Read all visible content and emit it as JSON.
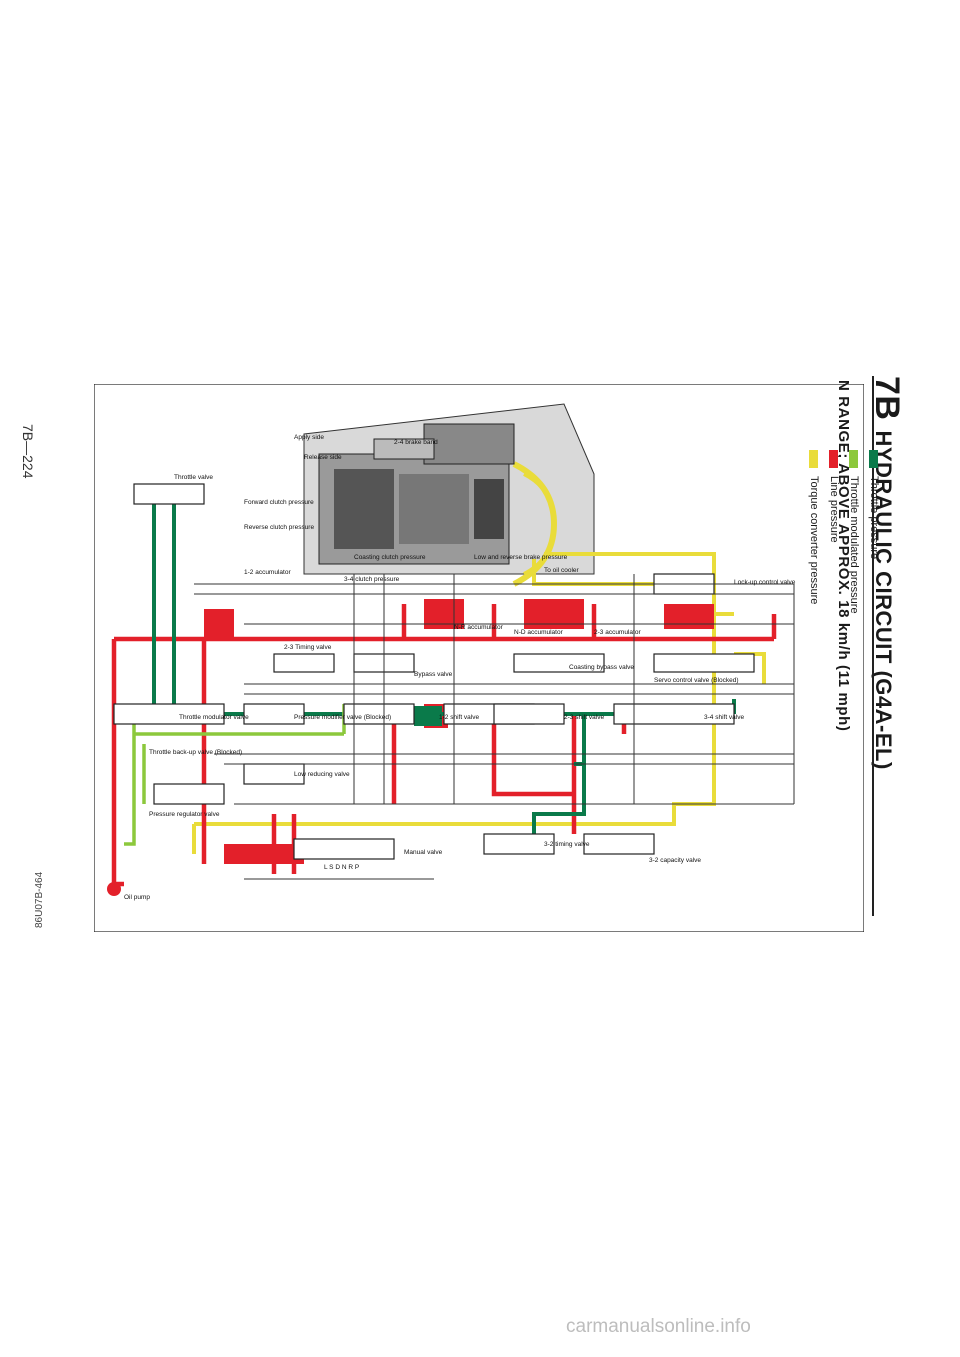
{
  "header": {
    "section": "7B",
    "title": "HYDRAULIC CIRCUIT (G4A-EL)",
    "subtitle": "N RANGE; ABOVE APPROX. 18 km/h (11 mph)"
  },
  "page_number": "7B—224",
  "figure_code": "86U07B-464",
  "watermark": "carmanualsonline.info",
  "colors": {
    "throttle": "#0a7a4a",
    "throttle_modulated": "#8cc83c",
    "line": "#e3202a",
    "torque_converter": "#e9dc3a",
    "housing": "#3a3a3a"
  },
  "legend": [
    {
      "label": "Throttle pressure",
      "color": "#0a7a4a"
    },
    {
      "label": "Throttle modulated pressure",
      "color": "#8cc83c"
    },
    {
      "label": "Line pressure",
      "color": "#e3202a"
    },
    {
      "label": "Torque converter pressure",
      "color": "#e9dc3a"
    }
  ],
  "labels": {
    "apply_side": "Apply side",
    "release_side": "Release side",
    "brake_band": "2-4 brake band",
    "throttle_valve": "Throttle valve",
    "forward_clutch": "Forward clutch pressure",
    "reverse_clutch": "Reverse clutch pressure",
    "accum_12": "1-2 accumulator",
    "coasting_clutch": "Coasting clutch pressure",
    "low_reverse": "Low and reverse brake pressure",
    "to_oil_cooler": "To oil cooler",
    "clutch_34": "3-4 clutch pressure",
    "lockup": "Lock-up control valve",
    "nr_accum": "N-R accumulator",
    "nd_accum": "N-D accumulator",
    "accum_23": "2-3 accumulator",
    "timing_23": "2-3 Timing valve",
    "bypass": "Bypass valve",
    "coasting_bypass": "Coasting bypass valve",
    "servo": "Servo control valve (Blocked)",
    "throttle_mod": "Throttle modulator valve",
    "pressure_mod": "Pressure modifier valve (Blocked)",
    "shift_12": "1-2 shift valve",
    "shift_23": "2-3 shift valve",
    "shift_34": "3-4 shift valve",
    "throttle_backup": "Throttle back-up valve (Blocked)",
    "low_reducing": "Low reducing valve",
    "pressure_reg": "Pressure regulator valve",
    "manual": "Manual valve",
    "manual_positions": "L S D N R P",
    "timing_32": "3-2 timing valve",
    "capacity_32": "3-2 capacity valve",
    "oil_pump": "Oil pump"
  }
}
